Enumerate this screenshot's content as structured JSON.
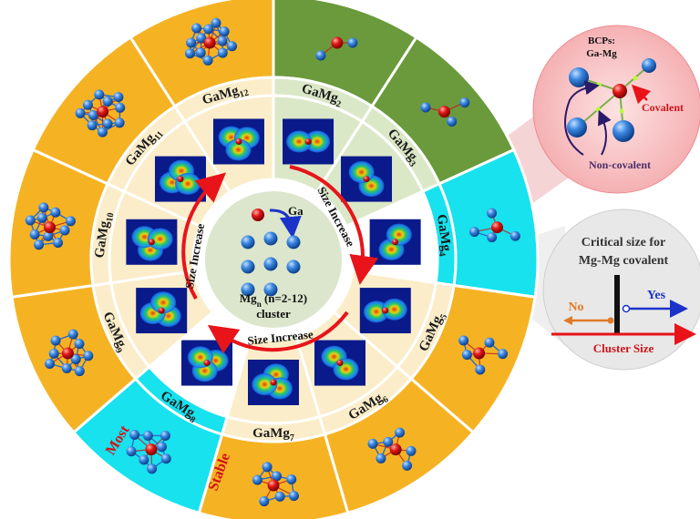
{
  "colors": {
    "orange": "#f5b324",
    "green": "#6a9a3c",
    "cyan": "#17e2ee",
    "cream": "#fbedc9",
    "lightgreen": "#dbe8c8",
    "gray": "#dcdcdc",
    "core": "#dbe6cc",
    "red": "#e8141a",
    "atom_blue": "#3a7fd8",
    "atom_red": "#d01010",
    "pink": "#f6c0c2"
  },
  "segments": [
    {
      "base": "GaMg",
      "sub": "2",
      "fill": "green"
    },
    {
      "base": "GaMg",
      "sub": "3",
      "fill": "green"
    },
    {
      "base": "GaMg",
      "sub": "4",
      "fill": "cyan"
    },
    {
      "base": "GaMg",
      "sub": "5",
      "fill": "orange"
    },
    {
      "base": "GaMg",
      "sub": "6",
      "fill": "orange"
    },
    {
      "base": "GaMg",
      "sub": "7",
      "fill": "orange"
    },
    {
      "base": "GaMg",
      "sub": "8",
      "fill": "cyan"
    },
    {
      "base": "GaMg",
      "sub": "9",
      "fill": "orange"
    },
    {
      "base": "GaMg",
      "sub": "10",
      "fill": "orange"
    },
    {
      "base": "GaMg",
      "sub": "11",
      "fill": "orange"
    },
    {
      "base": "GaMg",
      "sub": "12",
      "fill": "orange"
    }
  ],
  "arc_labels": [
    "Size Increase",
    "Size Increase",
    "Size Increase"
  ],
  "center": {
    "ga_label": "Ga",
    "line1_base": "Mg",
    "line1_sub": "n",
    "line1_rest": " (n=2-12)",
    "line2": "cluster"
  },
  "most_stable": {
    "word1": "Most",
    "word2": "Stable"
  },
  "bcp_panel": {
    "title1": "BCPs:",
    "title2": "Ga-Mg",
    "covalent": "Covalent",
    "noncovalent": "Non-covalent"
  },
  "critical_panel": {
    "title1": "Critical size for",
    "title2": "Mg-Mg covalent",
    "no": "No",
    "yes": "Yes",
    "axis": "Cluster Size"
  }
}
